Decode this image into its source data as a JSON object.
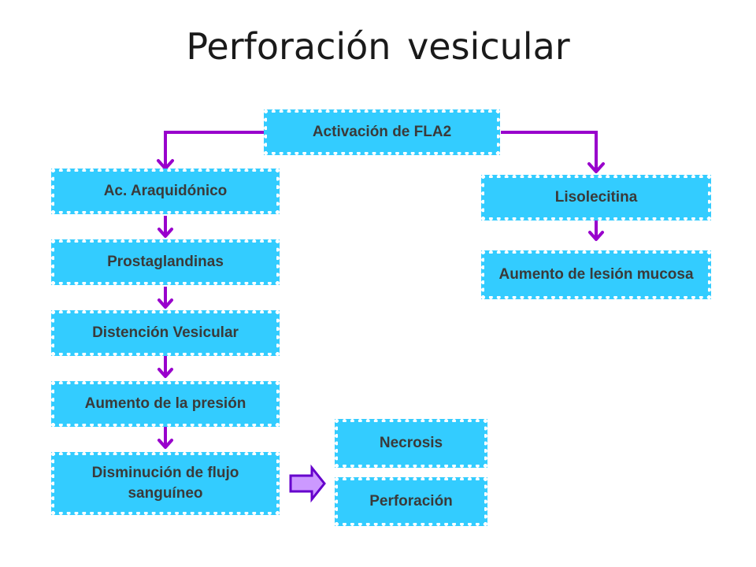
{
  "title": "Perforación vesicular",
  "nodes": {
    "activacion": "Activación de FLA2",
    "araquidonico": "Ac. Araquidónico",
    "prostaglandinas": "Prostaglandinas",
    "distencion": "Distención Vesicular",
    "presion": "Aumento de la presión",
    "flujo": "Disminución de flujo sanguíneo",
    "necrosis": "Necrosis",
    "perforacion": "Perforación",
    "lisolecitina": "Lisolecitina",
    "lesion": "Aumento de lesión mucosa"
  },
  "colors": {
    "box": "#33ccff",
    "arrow": "#9900cc",
    "block_arrow_fill": "#cc99ff",
    "block_arrow_stroke": "#6600cc"
  }
}
